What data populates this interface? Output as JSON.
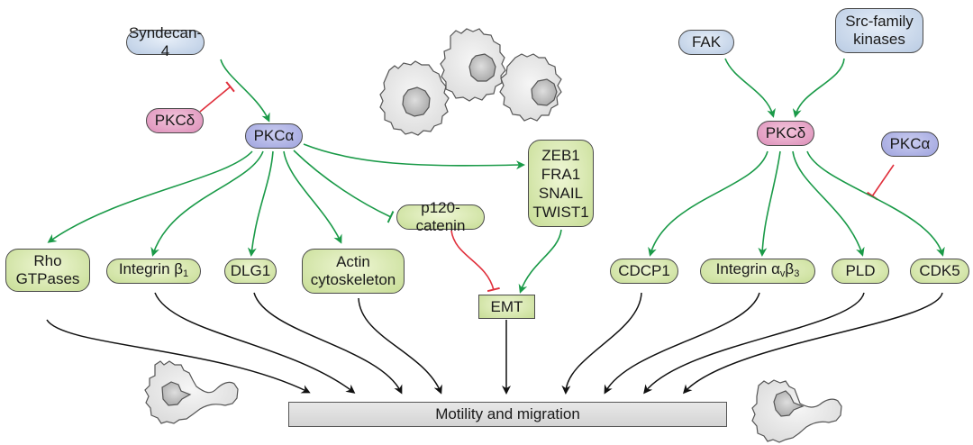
{
  "title": "PKC isoform signaling in cell motility and migration",
  "colors": {
    "activation_arrow": "#1a9a48",
    "inhibition_arrow": "#e0303c",
    "output_arrow": "#111111",
    "upstream_node": "#b9cbe3",
    "pkc_delta_node": "#dc8db8",
    "pkc_alpha_node": "#9ea3de",
    "effector_node": "#c7dd95",
    "output_bar": "#d8d8d8"
  },
  "left_pathway": {
    "upstream": "Syndecan-4",
    "inhibitor": "PKCδ",
    "hub": "PKCα",
    "effectors": [
      {
        "line1": "Rho",
        "line2": "GTPases"
      },
      {
        "base": "Integrin β",
        "sub": "1"
      },
      {
        "label": "DLG1"
      },
      {
        "line1": "Actin",
        "line2": "cytoskeleton"
      }
    ],
    "inhibited_target": "p120-catenin",
    "transcription_factors": [
      "ZEB1",
      "FRA1",
      "SNAIL",
      "TWIST1"
    ],
    "emt": "EMT"
  },
  "right_pathway": {
    "upstream": [
      "FAK"
    ],
    "upstream_multiline": {
      "line1": "Src-family",
      "line2": "kinases"
    },
    "hub": "PKCδ",
    "inhibitor": "PKCα",
    "effectors": [
      {
        "label": "CDCP1"
      },
      {
        "base": "Integrin α",
        "sub1": "v",
        "mid": "β",
        "sub2": "3"
      },
      {
        "label": "PLD"
      },
      {
        "label": "CDK5"
      }
    ]
  },
  "output": "Motility and migration",
  "illustrations": [
    "rounded-cells-cluster-icon",
    "migrating-cell-left-icon",
    "migrating-cell-right-icon"
  ]
}
